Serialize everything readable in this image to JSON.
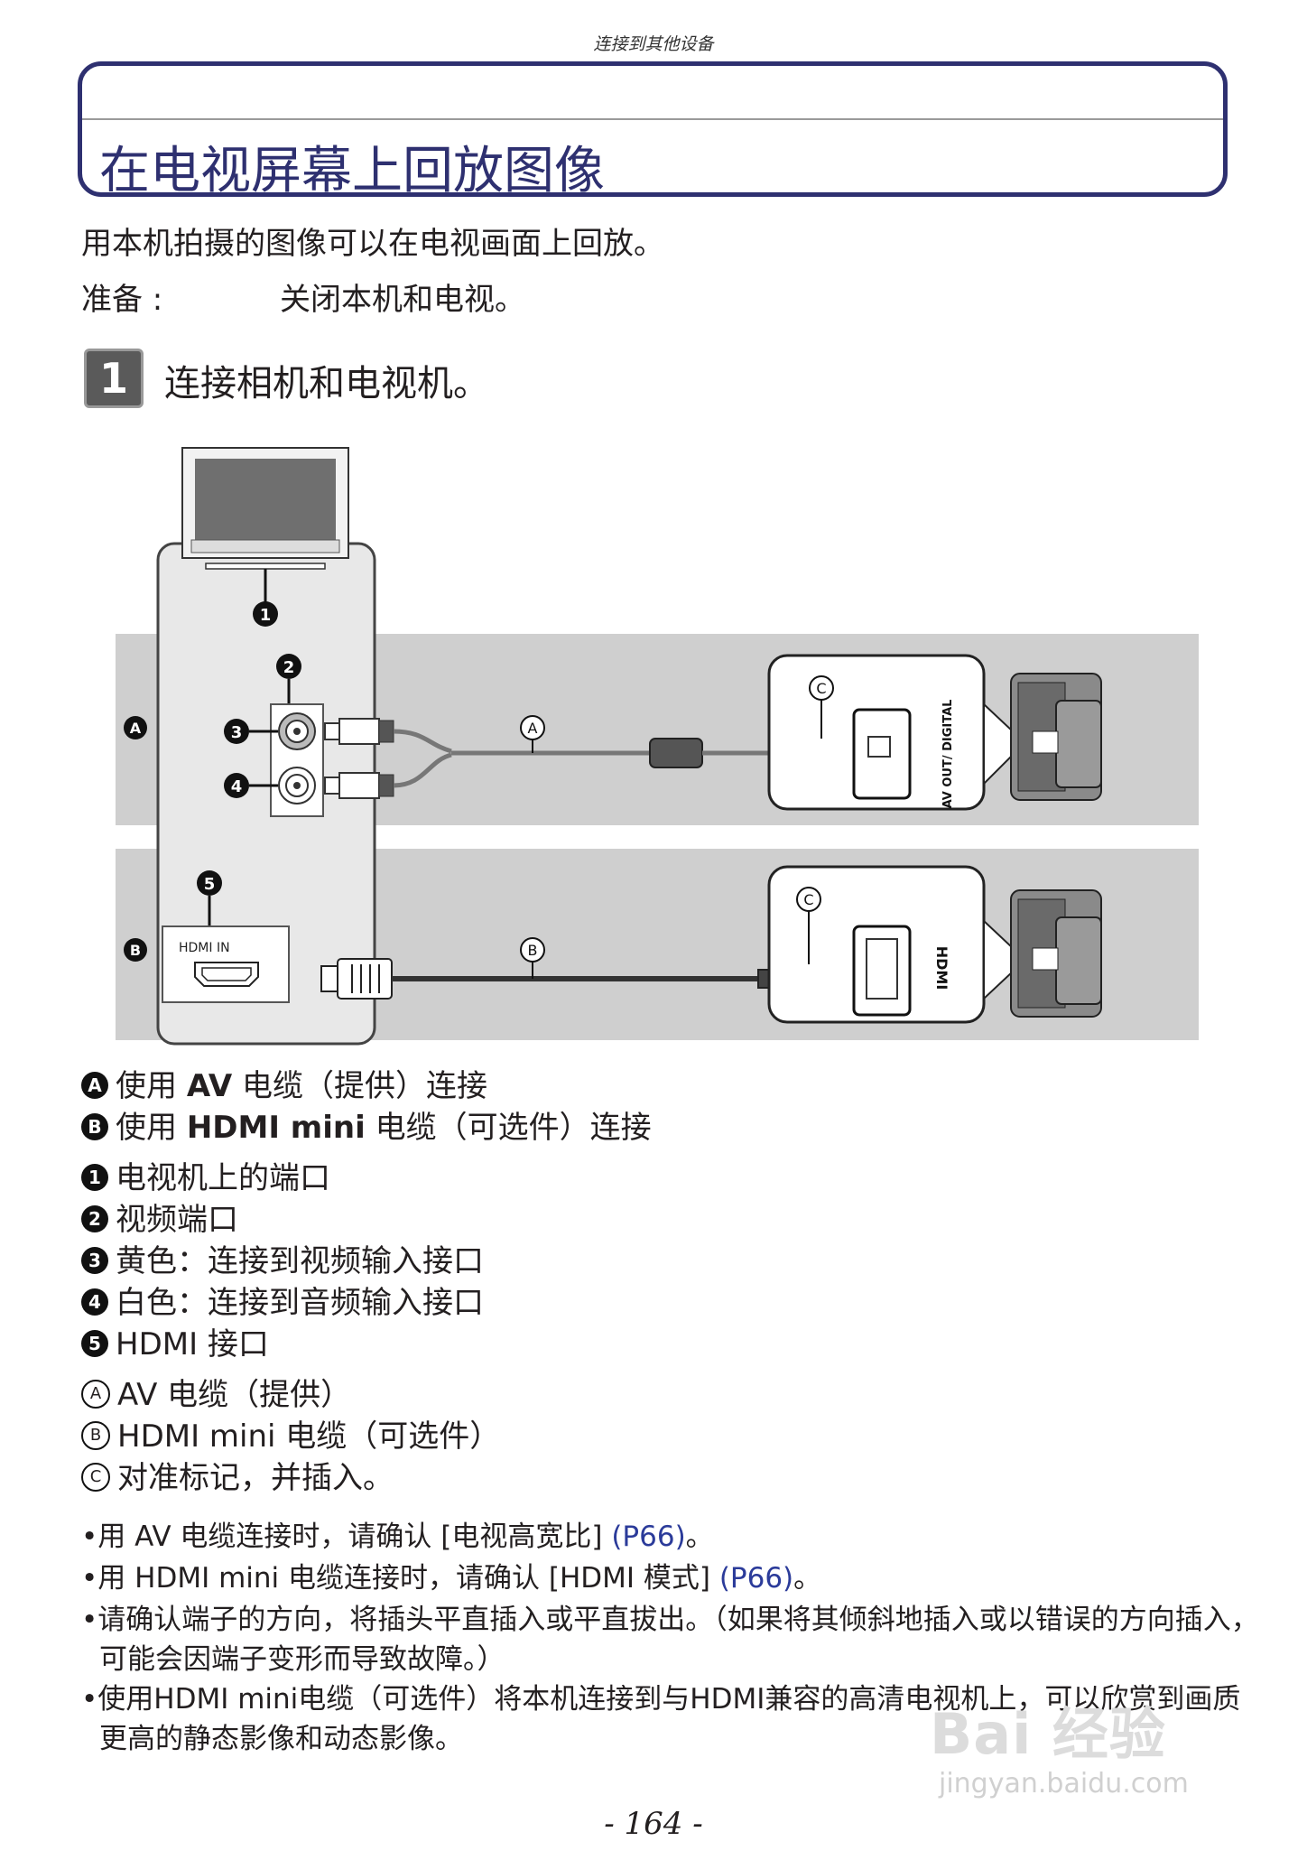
{
  "header": "连接到其他设备",
  "title": "在电视屏幕上回放图像",
  "intro": "用本机拍摄的图像可以在电视画面上回放。",
  "preparation": {
    "label": "准备 :",
    "text": "关闭本机和电视。"
  },
  "step": {
    "number": "1",
    "text": "连接相机和电视机。"
  },
  "diagram": {
    "marker_a": "A",
    "marker_b": "B",
    "marker_c": "C",
    "callouts": [
      "1",
      "2",
      "3",
      "4",
      "5"
    ],
    "hdmi_in": "HDMI IN",
    "av_out": "AV OUT/ DIGITAL",
    "hdmi_port": "HDMI"
  },
  "connections": [
    {
      "marker": "A",
      "pre": "使用 ",
      "bold": "AV",
      "post": " 电缆（提供）连接"
    },
    {
      "marker": "B",
      "pre": "使用 ",
      "bold": "HDMI mini",
      "post": " 电缆（可选件）连接"
    }
  ],
  "ports": [
    {
      "marker": "1",
      "text": "电视机上的端口"
    },
    {
      "marker": "2",
      "text": "视频端口"
    },
    {
      "marker": "3",
      "text": "黄色：连接到视频输入接口"
    },
    {
      "marker": "4",
      "text": "白色：连接到音频输入接口"
    },
    {
      "marker": "5",
      "text": "HDMI 接口"
    }
  ],
  "cables": [
    {
      "marker": "A",
      "text": "AV 电缆（提供）"
    },
    {
      "marker": "B",
      "text": "HDMI mini 电缆（可选件）"
    },
    {
      "marker": "C",
      "text": "对准标记，并插入。"
    }
  ],
  "notes": [
    {
      "text": "用 AV 电缆连接时，请确认 [电视高宽比]",
      "link": " (P66)",
      "end": "。"
    },
    {
      "text": "用 HDMI mini 电缆连接时，请确认 [HDMI 模式]",
      "link": " (P66)",
      "end": "。"
    },
    {
      "text": "请确认端子的方向，将插头平直插入或平直拔出。（如果将其倾斜地插入或以错误的方向插入，可能会因端子变形而导致故障。）",
      "link": "",
      "end": ""
    },
    {
      "text": "使用HDMI mini电缆（可选件）将本机连接到与HDMI兼容的高清电视机上，可以欣赏到画质更高的静态影像和动态影像。",
      "link": "",
      "end": ""
    }
  ],
  "page_number": "- 164 -",
  "watermark": {
    "brand": "Bai 经验",
    "url": "jingyan.baidu.com"
  }
}
